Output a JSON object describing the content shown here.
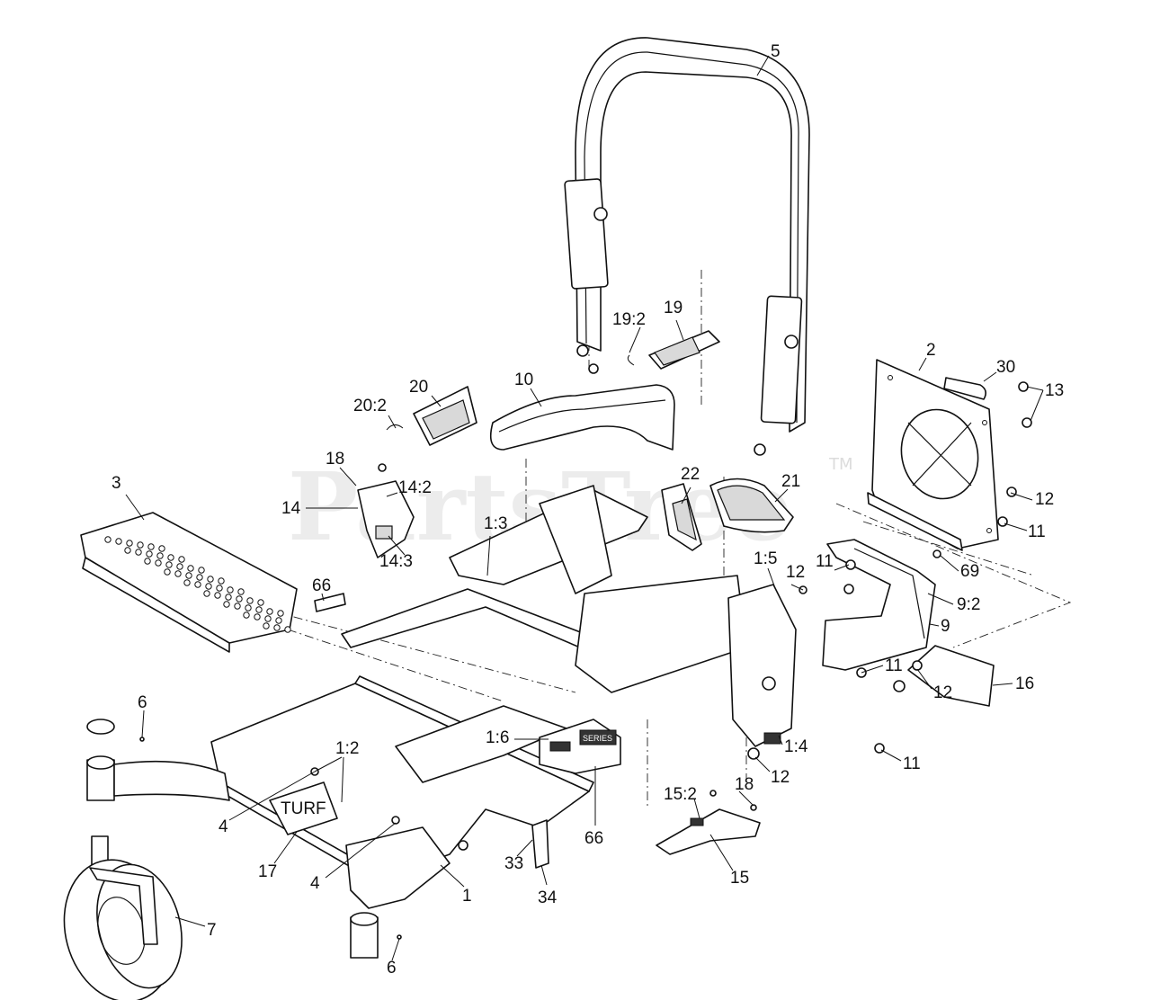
{
  "watermark": {
    "text": "PartsTree",
    "trademark": "TM"
  },
  "callouts": [
    {
      "id": "c5",
      "text": "5"
    },
    {
      "id": "c19-2",
      "text": "19:2"
    },
    {
      "id": "c19",
      "text": "19"
    },
    {
      "id": "c2",
      "text": "2"
    },
    {
      "id": "c30",
      "text": "30"
    },
    {
      "id": "c13",
      "text": "13"
    },
    {
      "id": "c10",
      "text": "10"
    },
    {
      "id": "c20",
      "text": "20"
    },
    {
      "id": "c20-2",
      "text": "20:2"
    },
    {
      "id": "c18a",
      "text": "18"
    },
    {
      "id": "c14-2",
      "text": "14:2"
    },
    {
      "id": "c14",
      "text": "14"
    },
    {
      "id": "c14-3",
      "text": "14:3"
    },
    {
      "id": "c3",
      "text": "3"
    },
    {
      "id": "c66a",
      "text": "66"
    },
    {
      "id": "c1-3",
      "text": "1:3"
    },
    {
      "id": "c22",
      "text": "22"
    },
    {
      "id": "c21",
      "text": "21"
    },
    {
      "id": "c12a",
      "text": "12"
    },
    {
      "id": "c11a",
      "text": "11"
    },
    {
      "id": "c69",
      "text": "69"
    },
    {
      "id": "c1-5",
      "text": "1:5"
    },
    {
      "id": "c12b",
      "text": "12"
    },
    {
      "id": "c11b",
      "text": "11"
    },
    {
      "id": "c9-2",
      "text": "9:2"
    },
    {
      "id": "c9",
      "text": "9"
    },
    {
      "id": "c11c",
      "text": "11"
    },
    {
      "id": "c12c",
      "text": "12"
    },
    {
      "id": "c16",
      "text": "16"
    },
    {
      "id": "c6a",
      "text": "6"
    },
    {
      "id": "c1-2",
      "text": "1:2"
    },
    {
      "id": "c1-6",
      "text": "1:6"
    },
    {
      "id": "c1-4",
      "text": "1:4"
    },
    {
      "id": "c12d",
      "text": "12"
    },
    {
      "id": "c11d",
      "text": "11"
    },
    {
      "id": "c4a",
      "text": "4"
    },
    {
      "id": "c15-2",
      "text": "15:2"
    },
    {
      "id": "c18b",
      "text": "18"
    },
    {
      "id": "c17",
      "text": "17"
    },
    {
      "id": "c4b",
      "text": "4"
    },
    {
      "id": "c33",
      "text": "33"
    },
    {
      "id": "c66b",
      "text": "66"
    },
    {
      "id": "c15",
      "text": "15"
    },
    {
      "id": "c1",
      "text": "1"
    },
    {
      "id": "c34",
      "text": "34"
    },
    {
      "id": "c7",
      "text": "7"
    },
    {
      "id": "c6b",
      "text": "6"
    }
  ],
  "decals": {
    "brand": "TURF",
    "series": "SERIES"
  }
}
